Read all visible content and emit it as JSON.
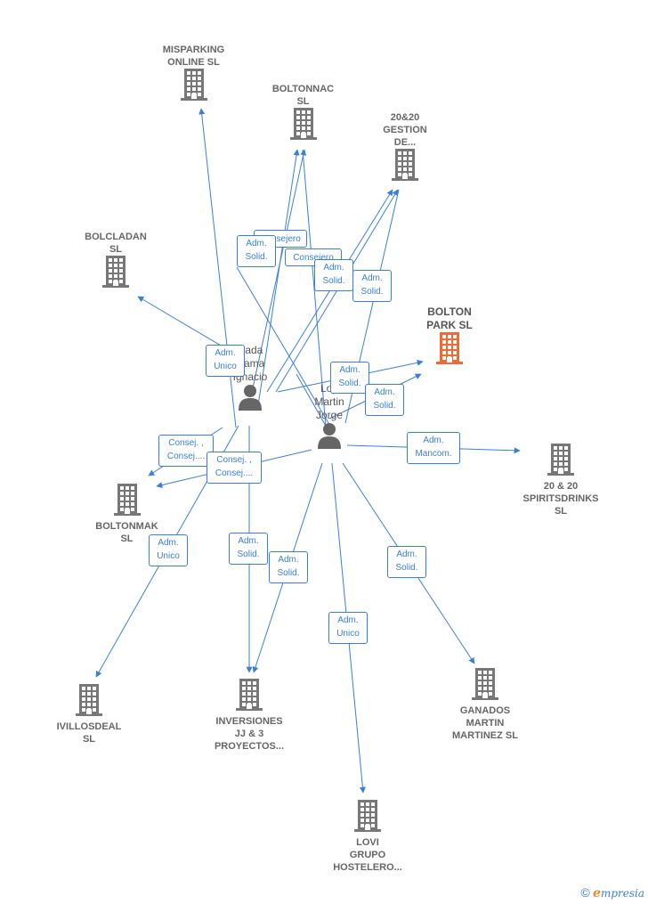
{
  "colors": {
    "edge": "#3a7fd5",
    "company": "#777777",
    "highlight": "#f06a35",
    "person": "#666666"
  },
  "companies": [
    {
      "id": "misparking",
      "label": "MISPARKING\nONLINE  SL"
    },
    {
      "id": "boltonnac",
      "label": "BOLTONNAC\nSL"
    },
    {
      "id": "gestion2020",
      "label": "20&20\nGESTION\nDE..."
    },
    {
      "id": "bolcladan",
      "label": "BOLCLADAN\nSL"
    },
    {
      "id": "boltonpark",
      "label": "BOLTON\nPARK  SL",
      "highlight": true
    },
    {
      "id": "spiritsdrinks",
      "label": "20 & 20\nSPIRITSDRINKS\nSL"
    },
    {
      "id": "boltonmak",
      "label": "BOLTONMAK\nSL"
    },
    {
      "id": "ivillosdeal",
      "label": "IVILLOSDEAL\nSL"
    },
    {
      "id": "inversiones",
      "label": "INVERSIONES\nJJ & 3\nPROYECTOS..."
    },
    {
      "id": "ganados",
      "label": "GANADOS\nMARTIN\nMARTINEZ SL"
    },
    {
      "id": "lovi",
      "label": "LOVI\nGRUPO\nHOSTELERO..."
    }
  ],
  "persons": [
    {
      "id": "p1",
      "label": "slada\nldama\nIgnacio"
    },
    {
      "id": "p2",
      "label": "Lop\nMartin\nJorge"
    }
  ],
  "edge_labels": [
    "Consejero",
    "Adm.\nSolid.",
    "Consejero",
    "Adm.\nSolid.",
    "Adm.\nSolid.",
    "Adm.\nUnico",
    "Adm.\nSolid.",
    "Adm.\nSolid.",
    "Consej. ,\nConsej....",
    "Consej. ,\nConsej....",
    "Adm.\nMancom.",
    "Adm.\nUnico",
    "Adm.\nSolid.",
    "Adm.\nSolid.",
    "Adm.\nSolid.",
    "Adm.\nUnico"
  ],
  "footer": {
    "copyright": "©",
    "brand_e": "e",
    "brand_rest": "mpresia"
  }
}
